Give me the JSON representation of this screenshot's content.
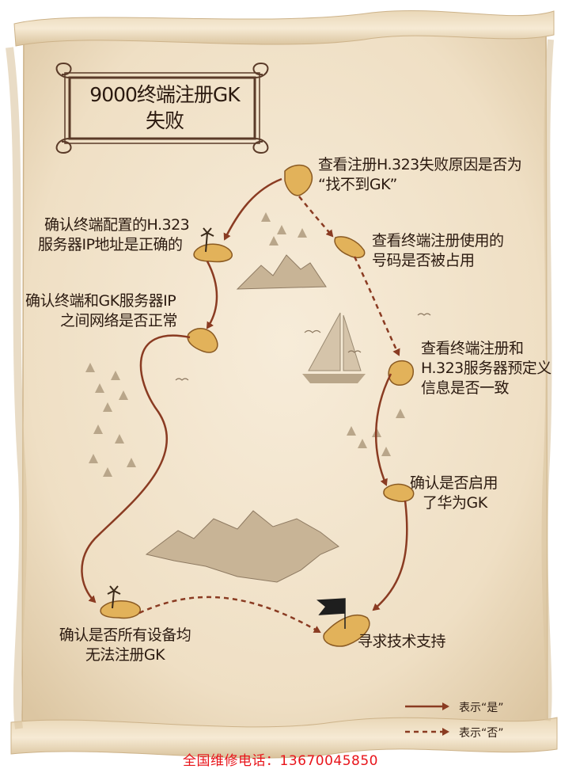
{
  "title": {
    "line1": "9000终端注册GK",
    "line2": "失败"
  },
  "steps": {
    "s1": {
      "line1": "查看注册H.323失败原因是否为",
      "line2": "“找不到GK”"
    },
    "s2": {
      "line1": "确认终端配置的H.323",
      "line2": "服务器IP地址是正确的"
    },
    "s3": {
      "line1": "查看终端注册使用的",
      "line2": "号码是否被占用"
    },
    "s4": {
      "line1": "确认终端和GK服务器IP",
      "line2": "之间网络是否正常"
    },
    "s5": {
      "line1": "查看终端注册和",
      "line2": "H.323服务器预定义",
      "line3": "信息是否一致"
    },
    "s6": {
      "line1": "确认是否启用",
      "line2": "了华为GK"
    },
    "s7": {
      "line1": "确认是否所有设备均",
      "line2": "无法注册GK"
    },
    "s8": {
      "line1": "寻求技术支持"
    }
  },
  "legend": {
    "yes": "表示“是”",
    "no": "表示“否”"
  },
  "footer": "全国维修电话：13670045850",
  "colors": {
    "parchment": "#f3e6cf",
    "arrow": "#8a3b22",
    "island": "#e2b25a",
    "footer_text": "#e8141a"
  }
}
